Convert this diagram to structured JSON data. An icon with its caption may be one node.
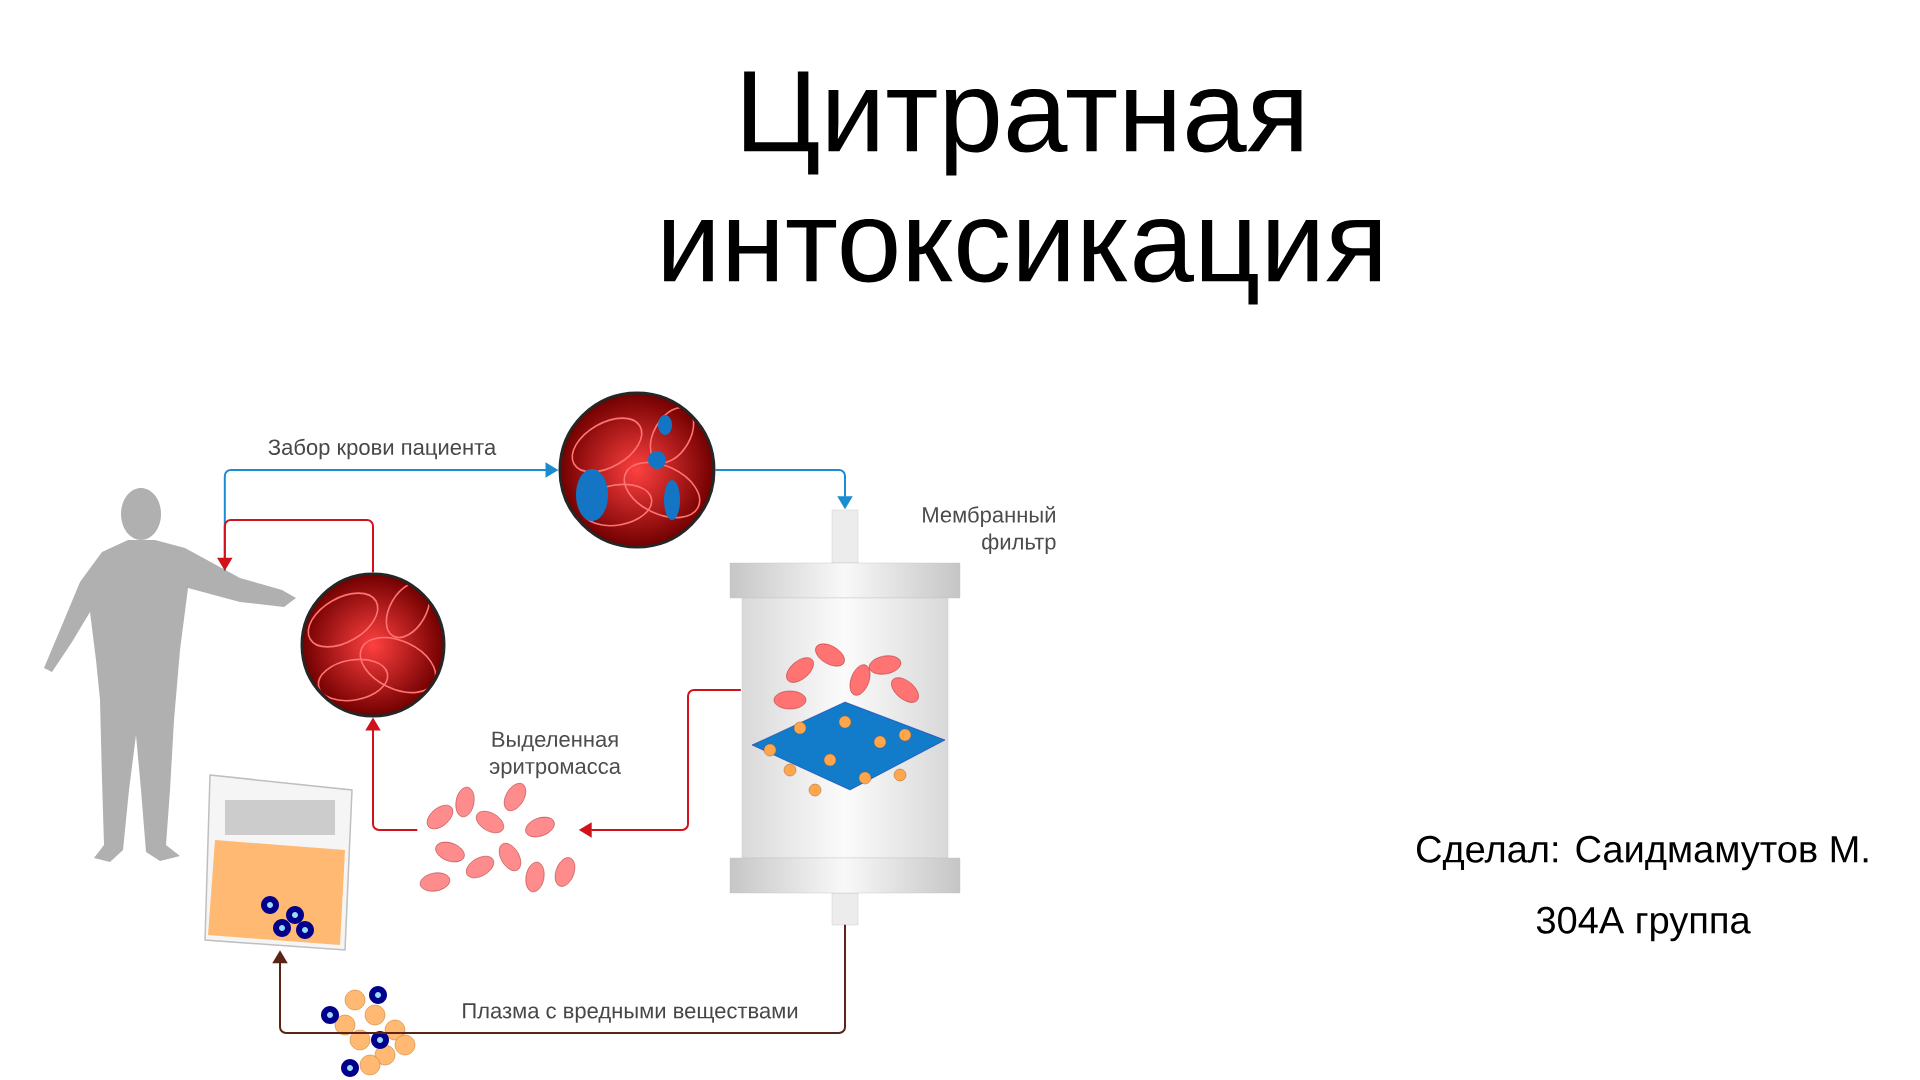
{
  "diagram": {
    "title": "Цитратная интоксикация",
    "nodes": [
      {
        "text": [],
        "shape": "person"
      },
      {
        "text": [],
        "shape": "circle"
      },
      {
        "text": [
          "Мембранный фильтр"
        ]
      },
      {
        "text": [],
        "shape": "circle"
      },
      {
        "text": [
          "Выделенная эритромасса"
        ]
      },
      {
        "text": [],
        "shape": "picture"
      }
    ],
    "edges": [
      {
        "from": 0,
        "to": 1,
        "arrow": "to",
        "label": "Забор крови пациента",
        "color": "#1a8ccf"
      },
      {
        "from": 1,
        "to": 2,
        "arrow": "to",
        "color": "#1a8ccf"
      },
      {
        "from": 2,
        "to": 4,
        "arrow": "to"
      },
      {
        "from": 4,
        "to": 3,
        "arrow": "to"
      },
      {
        "from": 3,
        "to": 0,
        "arrow": "to"
      },
      {
        "from": 2,
        "to": 5,
        "arrow": "to",
        "label": "Плазма с вредными веществами",
        "color": "#5a2418"
      }
    ],
    "labels": [
      "Сделал: Саидмамутов М.",
      "304А группа"
    ]
  }
}
